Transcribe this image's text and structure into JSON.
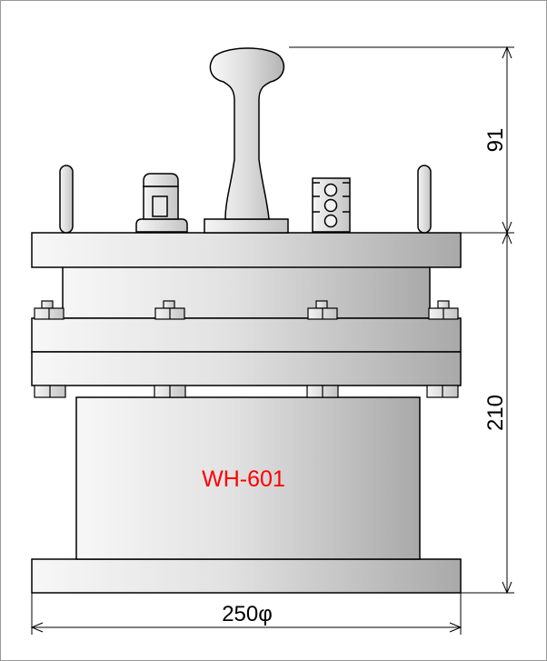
{
  "model_label": "WH-601",
  "dimensions": {
    "top_height": "91",
    "body_height": "210",
    "diameter": "250φ"
  },
  "colors": {
    "model_text": "#ff0000",
    "outline": "#000000",
    "metal_light": "#f4f4f4",
    "metal_dark": "#a8a8a8"
  }
}
